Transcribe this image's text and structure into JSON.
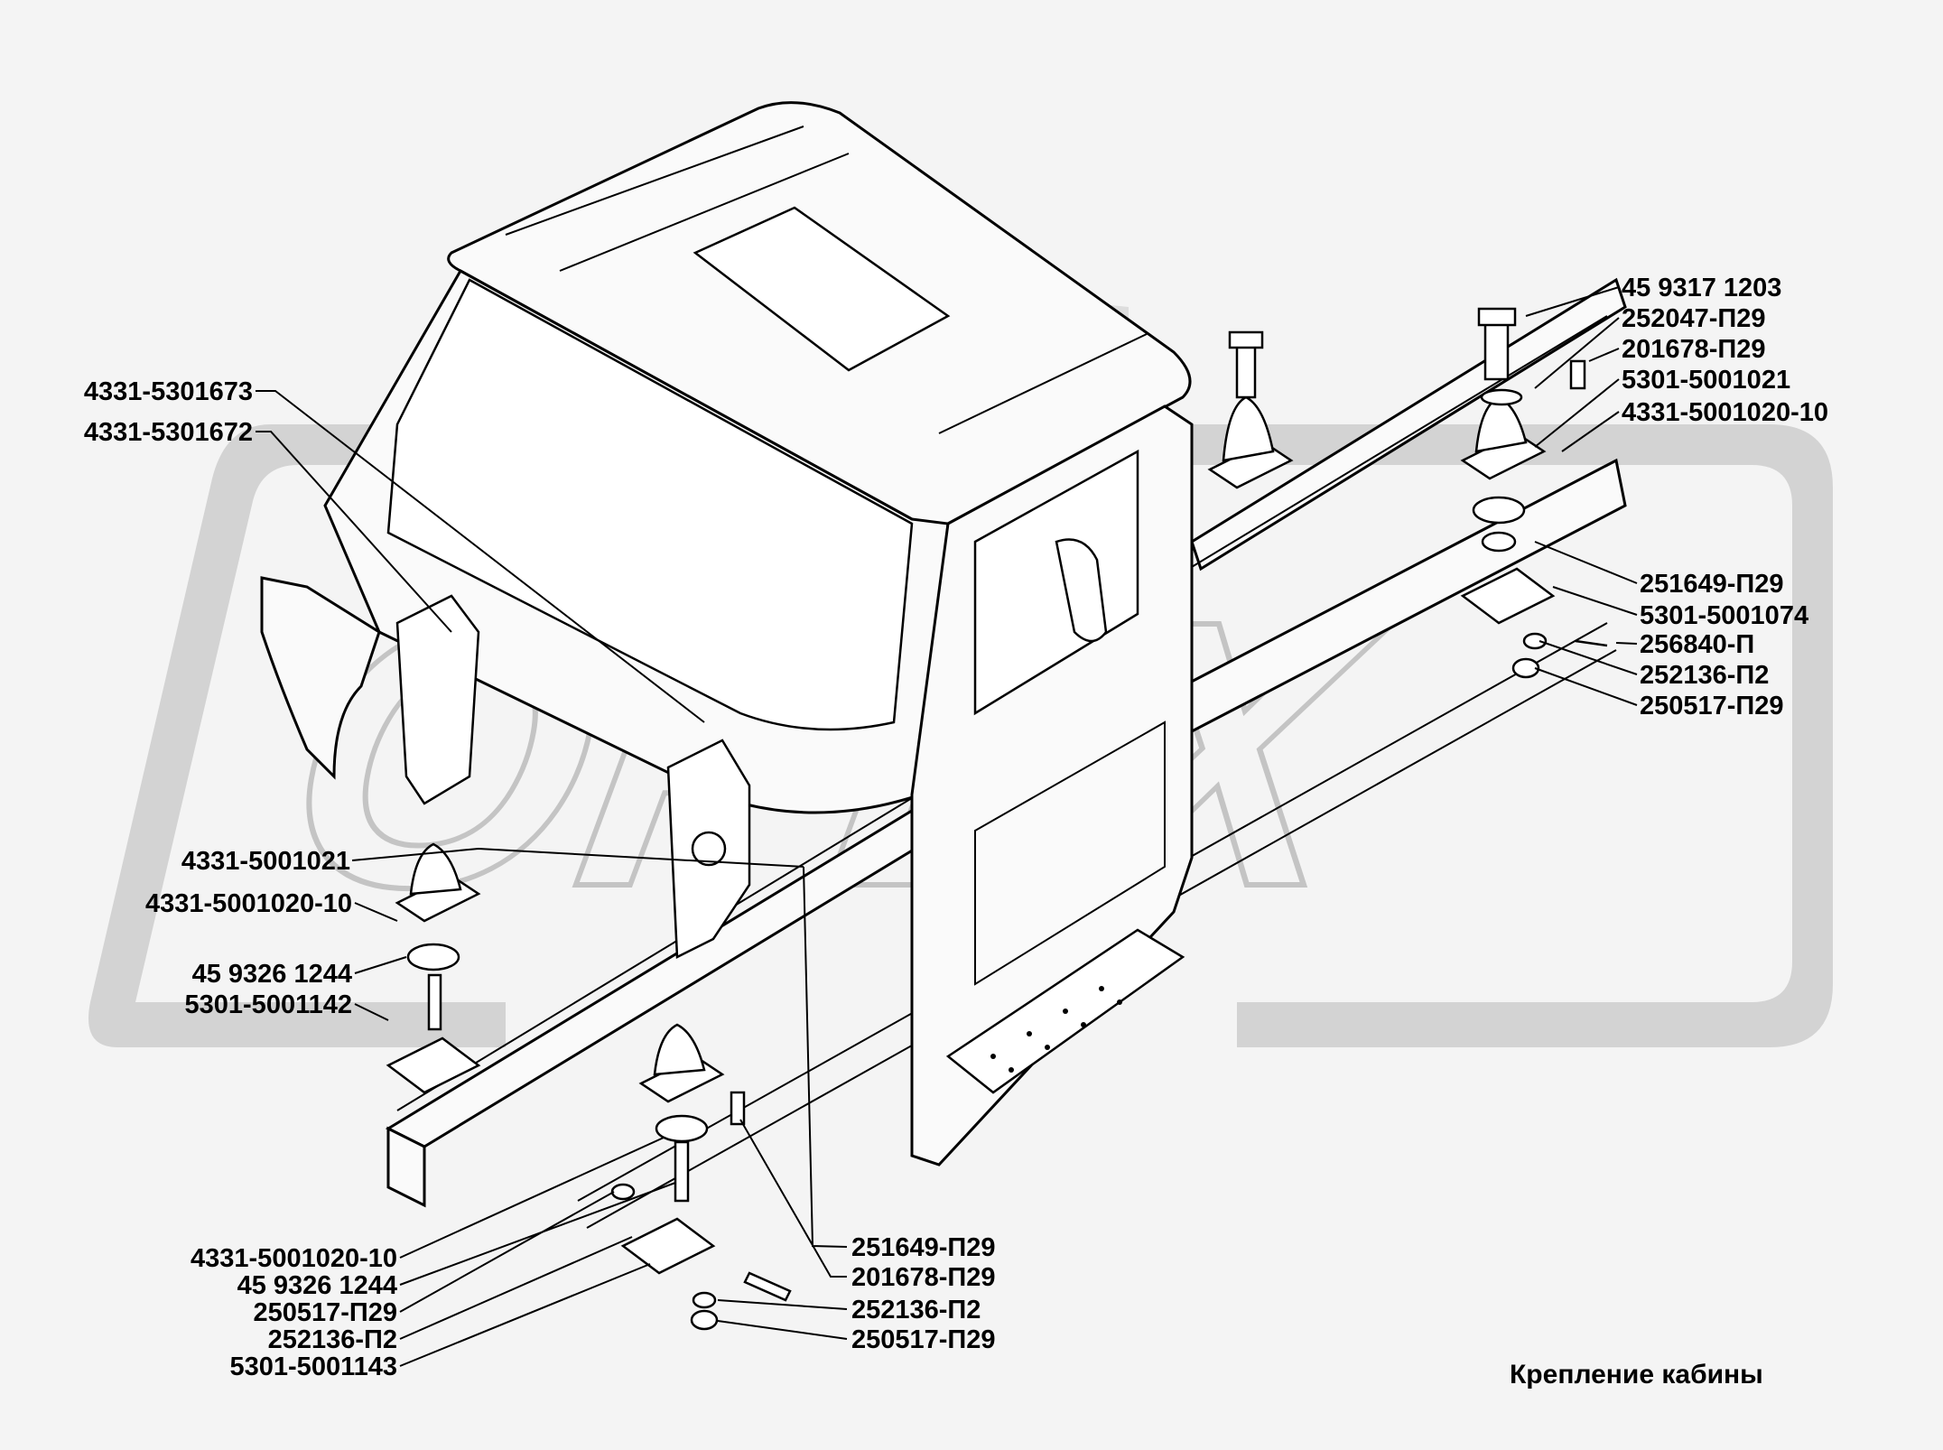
{
  "title": "Крепление кабины",
  "watermark_text": "OPEX",
  "colors": {
    "background": "#f4f4f4",
    "watermark": "#d0d0d0",
    "line": "#000000"
  },
  "left_callouts": [
    "4331-5301673",
    "4331-5301672",
    "4331-5001021",
    "4331-5001020-10",
    "45 9326 1244",
    "5301-5001142"
  ],
  "bottom_left_callouts": [
    "4331-5001020-10",
    "45 9326 1244",
    "250517-П29",
    "252136-П2",
    "5301-5001143"
  ],
  "bottom_center_callouts": [
    "251649-П29",
    "201678-П29",
    "252136-П2",
    "250517-П29"
  ],
  "right_callouts": [
    "45 9317 1203",
    "252047-П29",
    "201678-П29",
    "5301-5001021",
    "4331-5001020-10",
    "251649-П29",
    "5301-5001074",
    "256840-П",
    "252136-П2",
    "250517-П29"
  ]
}
